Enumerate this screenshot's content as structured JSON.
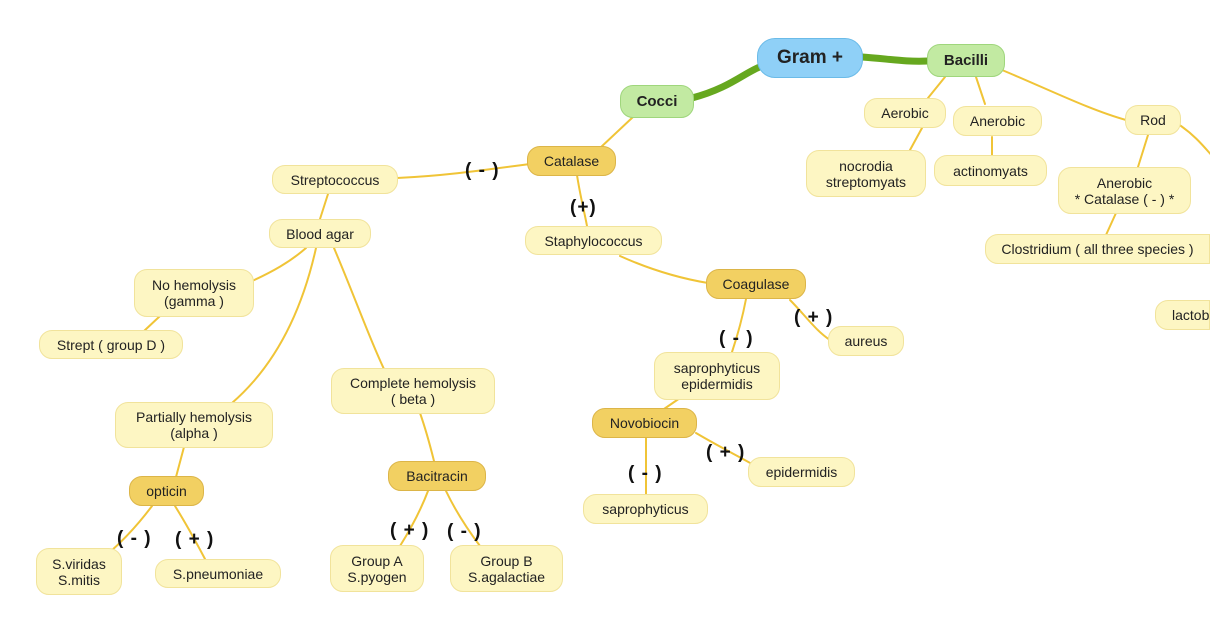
{
  "colors": {
    "edge": "#f0c437",
    "main_edge": "#66a81f",
    "light_node": "#fdf6c3",
    "dark_node": "#f2d062",
    "green_node": "#c2eaa2",
    "root_node": "#8fd0f7"
  },
  "nodes": {
    "root": "Gram +",
    "cocci": "Cocci",
    "bacilli": "Bacilli",
    "catalase": "Catalase",
    "streptococcus": "Streptococcus",
    "staphylococcus": "Staphylococcus",
    "blood_agar": "Blood agar",
    "no_hemolysis": "No hemolysis\n(gamma )",
    "strept_group_d": "Strept ( group D )",
    "partial_hemolysis": "Partially hemolysis\n(alpha )",
    "complete_hemolysis": "Complete hemolysis\n( beta )",
    "opticin": "opticin",
    "bacitracin": "Bacitracin",
    "s_viridas": "S.viridas\nS.mitis",
    "s_pneumoniae": "S.pneumoniae",
    "group_a": "Group A\nS.pyogen",
    "group_b": "Group B\nS.agalactiae",
    "coagulase": "Coagulase",
    "aureus": "aureus",
    "sapro_epi": "saprophyticus\nepidermidis",
    "novobiocin": "Novobiocin",
    "epidermidis": "epidermidis",
    "saprophyticus": "saprophyticus",
    "aerobic": "Aerobic",
    "anerobic": "Anerobic",
    "nocrodia": "nocrodia\nstreptomyats",
    "actinomyats": "actinomyats",
    "rod": "Rod",
    "anerobic_catalase": "Anerobic\n* Catalase ( - ) *",
    "clostridium": "Clostridium ( all three species )",
    "lactob": "lactob"
  },
  "signs": {
    "catalase_neg": "( - )",
    "catalase_pos": "(+)",
    "coag_neg": "( - )",
    "coag_pos": "( + )",
    "novo_pos": "( + )",
    "novo_neg": "( - )",
    "opticin_neg": "( - )",
    "opticin_pos": "( + )",
    "bacitracin_pos": "( + )",
    "bacitracin_neg": "( - )"
  }
}
